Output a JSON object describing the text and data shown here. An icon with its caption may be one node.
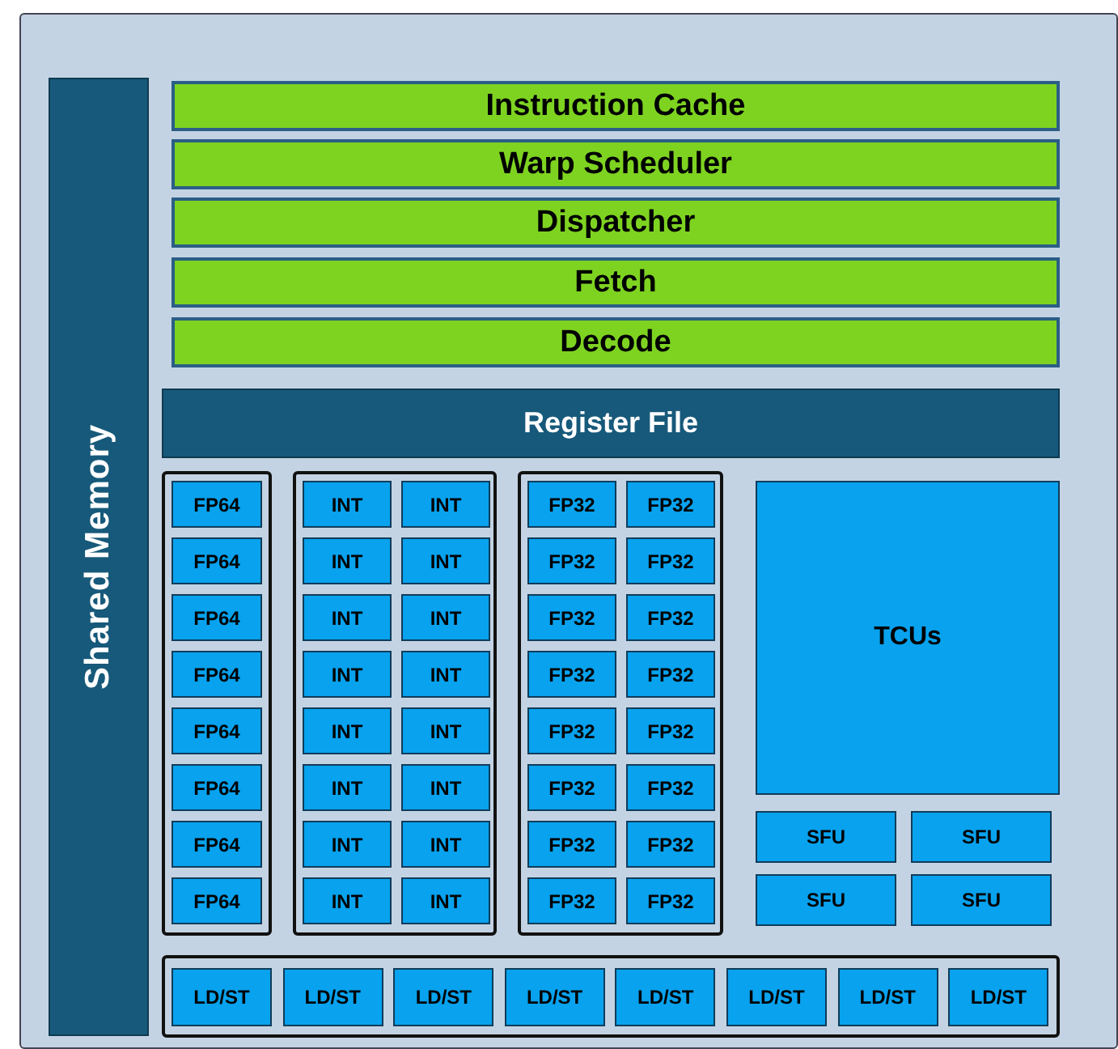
{
  "diagram": {
    "nodes": [
      {
        "text": [],
        "shape": "box"
      },
      {
        "text": [
          "Shared Memory"
        ],
        "in": 0
      },
      {
        "text": [
          "Instruction Cache"
        ],
        "in": 0
      },
      {
        "text": [
          "Warp Scheduler"
        ],
        "in": 0
      },
      {
        "text": [
          "Dispatcher"
        ],
        "in": 0
      },
      {
        "text": [
          "Fetch"
        ],
        "in": 0
      },
      {
        "text": [
          "Decode"
        ],
        "in": 0
      },
      {
        "text": [
          "Register File"
        ],
        "in": 0
      },
      {
        "text": [],
        "shape": "box",
        "in": 0
      },
      {
        "text": [
          "FP64"
        ],
        "in": 8
      },
      {
        "text": [
          "FP64"
        ],
        "in": 8
      },
      {
        "text": [
          "FP64"
        ],
        "in": 8
      },
      {
        "text": [
          "FP64"
        ],
        "in": 8
      },
      {
        "text": [
          "FP64"
        ],
        "in": 8
      },
      {
        "text": [
          "FP64"
        ],
        "in": 8
      },
      {
        "text": [
          "FP64"
        ],
        "in": 8
      },
      {
        "text": [
          "FP64"
        ],
        "in": 8
      },
      {
        "text": [],
        "shape": "box",
        "in": 0
      },
      {
        "text": [
          "INT"
        ],
        "in": 17
      },
      {
        "text": [
          "INT"
        ],
        "in": 17
      },
      {
        "text": [
          "INT"
        ],
        "in": 17
      },
      {
        "text": [
          "INT"
        ],
        "in": 17
      },
      {
        "text": [
          "INT"
        ],
        "in": 17
      },
      {
        "text": [
          "INT"
        ],
        "in": 17
      },
      {
        "text": [
          "INT"
        ],
        "in": 17
      },
      {
        "text": [
          "INT"
        ],
        "in": 17
      },
      {
        "text": [
          "INT"
        ],
        "in": 17
      },
      {
        "text": [
          "INT"
        ],
        "in": 17
      },
      {
        "text": [
          "INT"
        ],
        "in": 17
      },
      {
        "text": [
          "INT"
        ],
        "in": 17
      },
      {
        "text": [
          "INT"
        ],
        "in": 17
      },
      {
        "text": [
          "INT"
        ],
        "in": 17
      },
      {
        "text": [
          "INT"
        ],
        "in": 17
      },
      {
        "text": [
          "INT"
        ],
        "in": 17
      },
      {
        "text": [],
        "shape": "box",
        "in": 0
      },
      {
        "text": [
          "FP32"
        ],
        "in": 34
      },
      {
        "text": [
          "FP32"
        ],
        "in": 34
      },
      {
        "text": [
          "FP32"
        ],
        "in": 34
      },
      {
        "text": [
          "FP32"
        ],
        "in": 34
      },
      {
        "text": [
          "FP32"
        ],
        "in": 34
      },
      {
        "text": [
          "FP32"
        ],
        "in": 34
      },
      {
        "text": [
          "FP32"
        ],
        "in": 34
      },
      {
        "text": [
          "FP32"
        ],
        "in": 34
      },
      {
        "text": [
          "FP32"
        ],
        "in": 34
      },
      {
        "text": [
          "FP32"
        ],
        "in": 34
      },
      {
        "text": [
          "FP32"
        ],
        "in": 34
      },
      {
        "text": [
          "FP32"
        ],
        "in": 34
      },
      {
        "text": [
          "FP32"
        ],
        "in": 34
      },
      {
        "text": [
          "FP32"
        ],
        "in": 34
      },
      {
        "text": [
          "FP32"
        ],
        "in": 34
      },
      {
        "text": [
          "FP32"
        ],
        "in": 34
      },
      {
        "text": [
          "TCUs"
        ],
        "in": 0
      },
      {
        "text": [
          "SFU"
        ],
        "in": 0
      },
      {
        "text": [
          "SFU"
        ],
        "in": 0
      },
      {
        "text": [
          "SFU"
        ],
        "in": 0
      },
      {
        "text": [
          "SFU"
        ],
        "in": 0
      },
      {
        "text": [],
        "shape": "box",
        "in": 0
      },
      {
        "text": [
          "LD/ST"
        ],
        "in": 56
      },
      {
        "text": [
          "LD/ST"
        ],
        "in": 56
      },
      {
        "text": [
          "LD/ST"
        ],
        "in": 56
      },
      {
        "text": [
          "LD/ST"
        ],
        "in": 56
      },
      {
        "text": [
          "LD/ST"
        ],
        "in": 56
      },
      {
        "text": [
          "LD/ST"
        ],
        "in": 56
      },
      {
        "text": [
          "LD/ST"
        ],
        "in": 56
      },
      {
        "text": [
          "LD/ST"
        ],
        "in": 56
      }
    ]
  }
}
